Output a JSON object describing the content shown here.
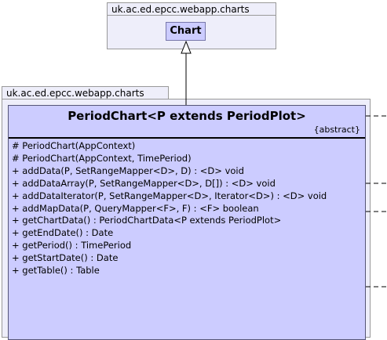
{
  "packages": {
    "top": {
      "name": "uk.ac.ed.epcc.webapp.charts"
    },
    "main": {
      "name": "uk.ac.ed.epcc.webapp.charts"
    }
  },
  "superclass": {
    "name": "Chart"
  },
  "main_class": {
    "name": "PeriodChart<P extends PeriodPlot>",
    "stereotype": "{abstract}",
    "operations": [
      "# PeriodChart(AppContext)",
      "# PeriodChart(AppContext, TimePeriod)",
      "+ addData(P, SetRangeMapper<D>, D) : <D> void",
      "+ addDataArray(P, SetRangeMapper<D>, D[]) : <D> void",
      "+ addDataIterator(P, SetRangeMapper<D>, Iterator<D>) : <D> void",
      "+ addMapData(P, QueryMapper<F>, F) : <F> boolean",
      "+ getChartData() : PeriodChartData<P extends PeriodPlot>",
      "+ getEndDate() : Date",
      "+ getPeriod() : TimePeriod",
      "+ getStartDate() : Date",
      "+ getTable() : Table"
    ]
  }
}
